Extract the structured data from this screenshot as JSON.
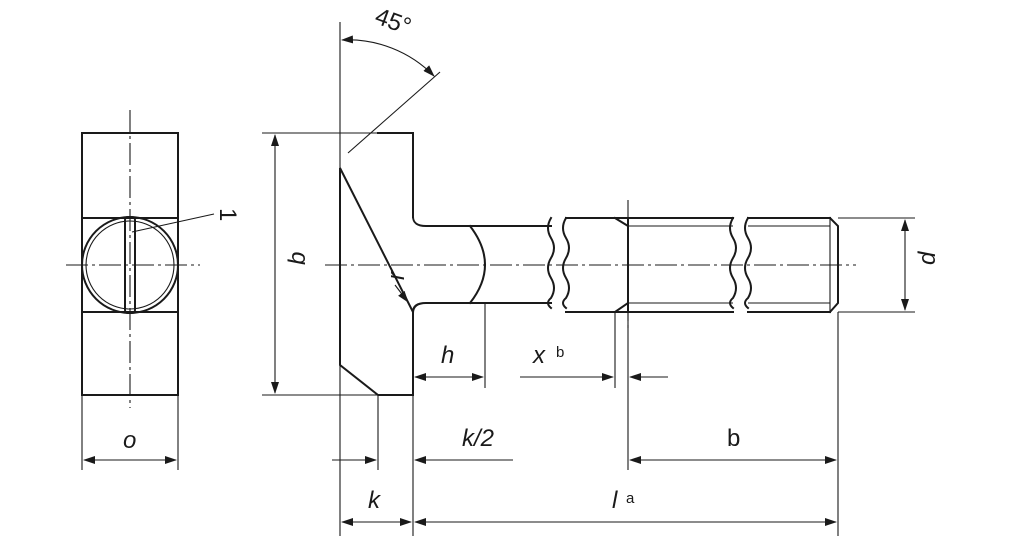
{
  "diagram": {
    "angle_label": "45°",
    "callout_1": "1",
    "dim_b_head": "b",
    "dim_d": "d",
    "dim_r": "r",
    "dim_h": "h",
    "dim_x": "x",
    "dim_x_note": "b",
    "dim_k_half": "k/2",
    "dim_b_thread": "b",
    "dim_o": "o",
    "dim_k": "k",
    "dim_l": "l",
    "dim_l_note": "a"
  }
}
